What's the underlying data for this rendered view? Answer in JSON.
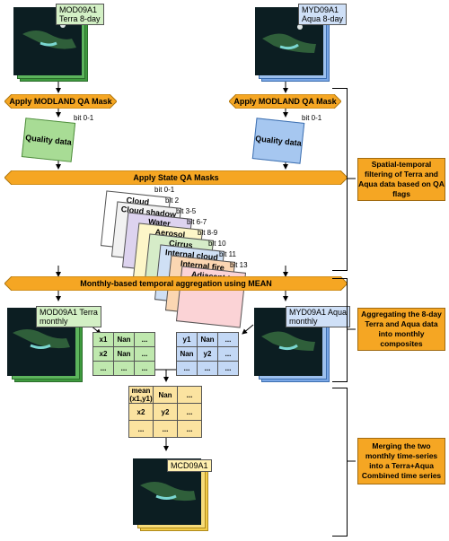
{
  "products": {
    "terra_8day": {
      "name": "MOD09A1",
      "sub": "Terra 8-day"
    },
    "aqua_8day": {
      "name": "MYD09A1",
      "sub": "Aqua 8-day"
    },
    "terra_monthly": {
      "name": "MOD09A1 Terra",
      "sub": "monthly"
    },
    "aqua_monthly": {
      "name": "MYD09A1 Aqua",
      "sub": "monthly"
    },
    "combined": {
      "name": "MCD09A1"
    }
  },
  "steps": {
    "modland_left": "Apply MODLAND QA Mask",
    "modland_right": "Apply MODLAND QA Mask",
    "state_qa": "Apply State QA Masks",
    "monthly_agg": "Monthly-based temporal aggregation using MEAN"
  },
  "quality": {
    "left_label": "Quality data",
    "left_bit": "bit 0-1",
    "right_label": "Quality data",
    "right_bit": "bit 0-1"
  },
  "state_masks": [
    {
      "label": "Cloud",
      "bit": "bit 0-1",
      "color": "#ffffff"
    },
    {
      "label": "Cloud shadow",
      "bit": "bit 2",
      "color": "#f2f2f2"
    },
    {
      "label": "Water",
      "bit": "bit 3-5",
      "color": "#ddd3ef"
    },
    {
      "label": "Aerosol",
      "bit": "bit 6-7",
      "color": "#fdf6c8"
    },
    {
      "label": "Cirrus",
      "bit": "bit 8-9",
      "color": "#d6ecc8"
    },
    {
      "label": "Internal cloud",
      "bit": "bit 10",
      "color": "#cfe0f5"
    },
    {
      "label": "Internal fire",
      "bit": "bit 11",
      "color": "#fbd6b2"
    },
    {
      "label": "Adjacent to cloud",
      "bit": "bit 13",
      "color": "#fbd3d6"
    }
  ],
  "terra_grid": [
    [
      "x1",
      "Nan",
      "..."
    ],
    [
      "x2",
      "Nan",
      "..."
    ],
    [
      "...",
      "...",
      "..."
    ]
  ],
  "aqua_grid": [
    [
      "y1",
      "Nan",
      "..."
    ],
    [
      "Nan",
      "y2",
      "..."
    ],
    [
      "...",
      "...",
      "..."
    ]
  ],
  "mean_grid": [
    [
      "mean (x1,y1)",
      "Nan",
      "..."
    ],
    [
      "x2",
      "y2",
      "..."
    ],
    [
      "...",
      "...",
      "..."
    ]
  ],
  "notes": {
    "filter": "Spatial-temporal filtering of Terra and Aqua data based on QA flags",
    "aggregate": "Aggregating the 8-day Terra and Aqua data into monthly composites",
    "merge": "Merging the two monthly time-series into a Terra+Aqua Combined time series"
  },
  "colors": {
    "banner": "#f5a623",
    "green": "#3e9a3e",
    "blue": "#7aa7e6",
    "yellow": "#f2cc4a"
  }
}
